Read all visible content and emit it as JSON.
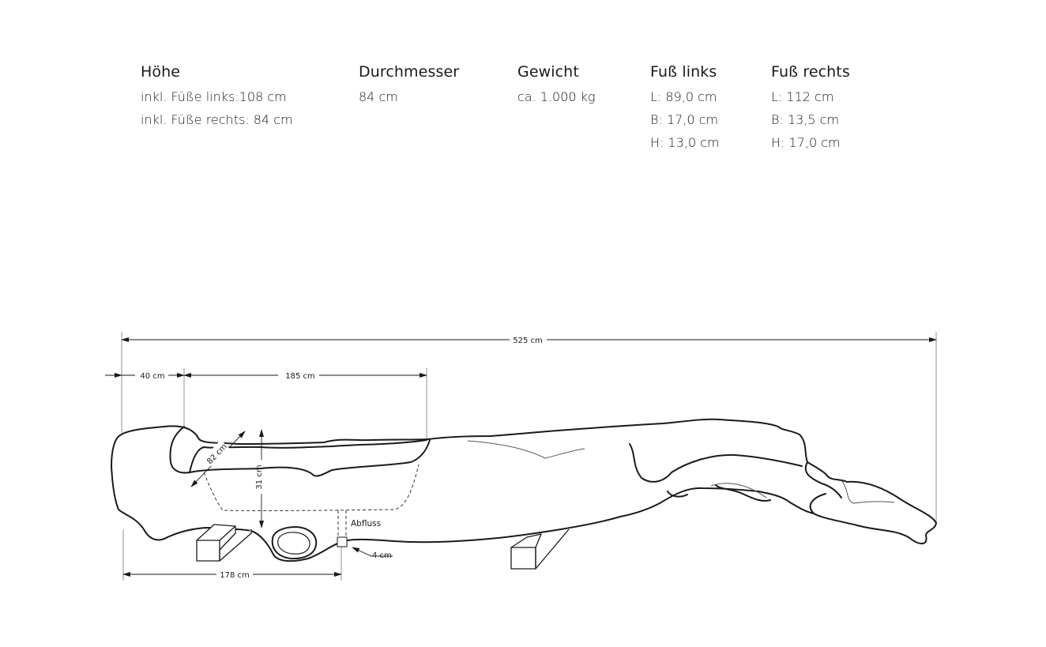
{
  "specs": [
    {
      "heading": "Höhe",
      "lines": [
        "inkl. Füße links:108 cm",
        "inkl. Füße rechts: 84 cm"
      ]
    },
    {
      "heading": "Durchmesser",
      "lines": [
        "84 cm"
      ]
    },
    {
      "heading": "Gewicht",
      "lines": [
        "ca. 1.000 kg"
      ]
    },
    {
      "heading": "Fuß links",
      "lines": [
        "L: 89,0 cm",
        "B: 17,0 cm",
        "H: 13,0 cm"
      ]
    },
    {
      "heading": "Fuß rechts",
      "lines": [
        "L: 112 cm",
        "B: 13,5 cm",
        "H: 17,0 cm"
      ]
    }
  ],
  "diagram": {
    "total_length": "525 cm",
    "offset_left": "40 cm",
    "basin_length": "185 cm",
    "basin_width": "82 cm",
    "basin_depth": "31 cm",
    "drain_label": "Abfluss",
    "drain_diameter": "4 cm",
    "drain_distance": "178 cm"
  },
  "colors": {
    "line": "#1a1a1a",
    "dim_line": "#555555"
  }
}
